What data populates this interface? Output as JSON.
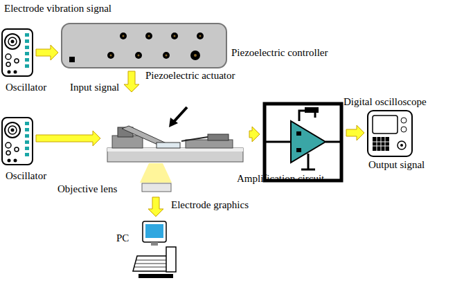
{
  "diagram": {
    "nodes": [
      {
        "text": [
          "Oscillator"
        ]
      },
      {
        "text": [
          "Piezoelectric controller"
        ]
      },
      {
        "text": [
          "Oscillator"
        ]
      },
      {
        "text": [
          "Piezoelectric actuator",
          "Objective lens"
        ]
      },
      {
        "text": [
          "Amplification circuit"
        ]
      },
      {
        "text": [
          "Digital oscilloscope"
        ]
      },
      {
        "text": [
          "PC"
        ]
      }
    ],
    "edges": [
      {
        "from": 0,
        "to": 1,
        "arrow": "to"
      },
      {
        "from": 1,
        "to": 3,
        "arrow": "to"
      },
      {
        "from": 2,
        "to": 3,
        "label": "Input signal",
        "arrow": "to"
      },
      {
        "from": 3,
        "to": 4,
        "arrow": "to"
      },
      {
        "from": 4,
        "to": 5,
        "label": "Output signal",
        "arrow": "to"
      },
      {
        "from": 3,
        "to": 6,
        "label": "Electrode graphics",
        "arrow": "to"
      }
    ],
    "labels": [
      "Electrode vibration signal"
    ]
  }
}
